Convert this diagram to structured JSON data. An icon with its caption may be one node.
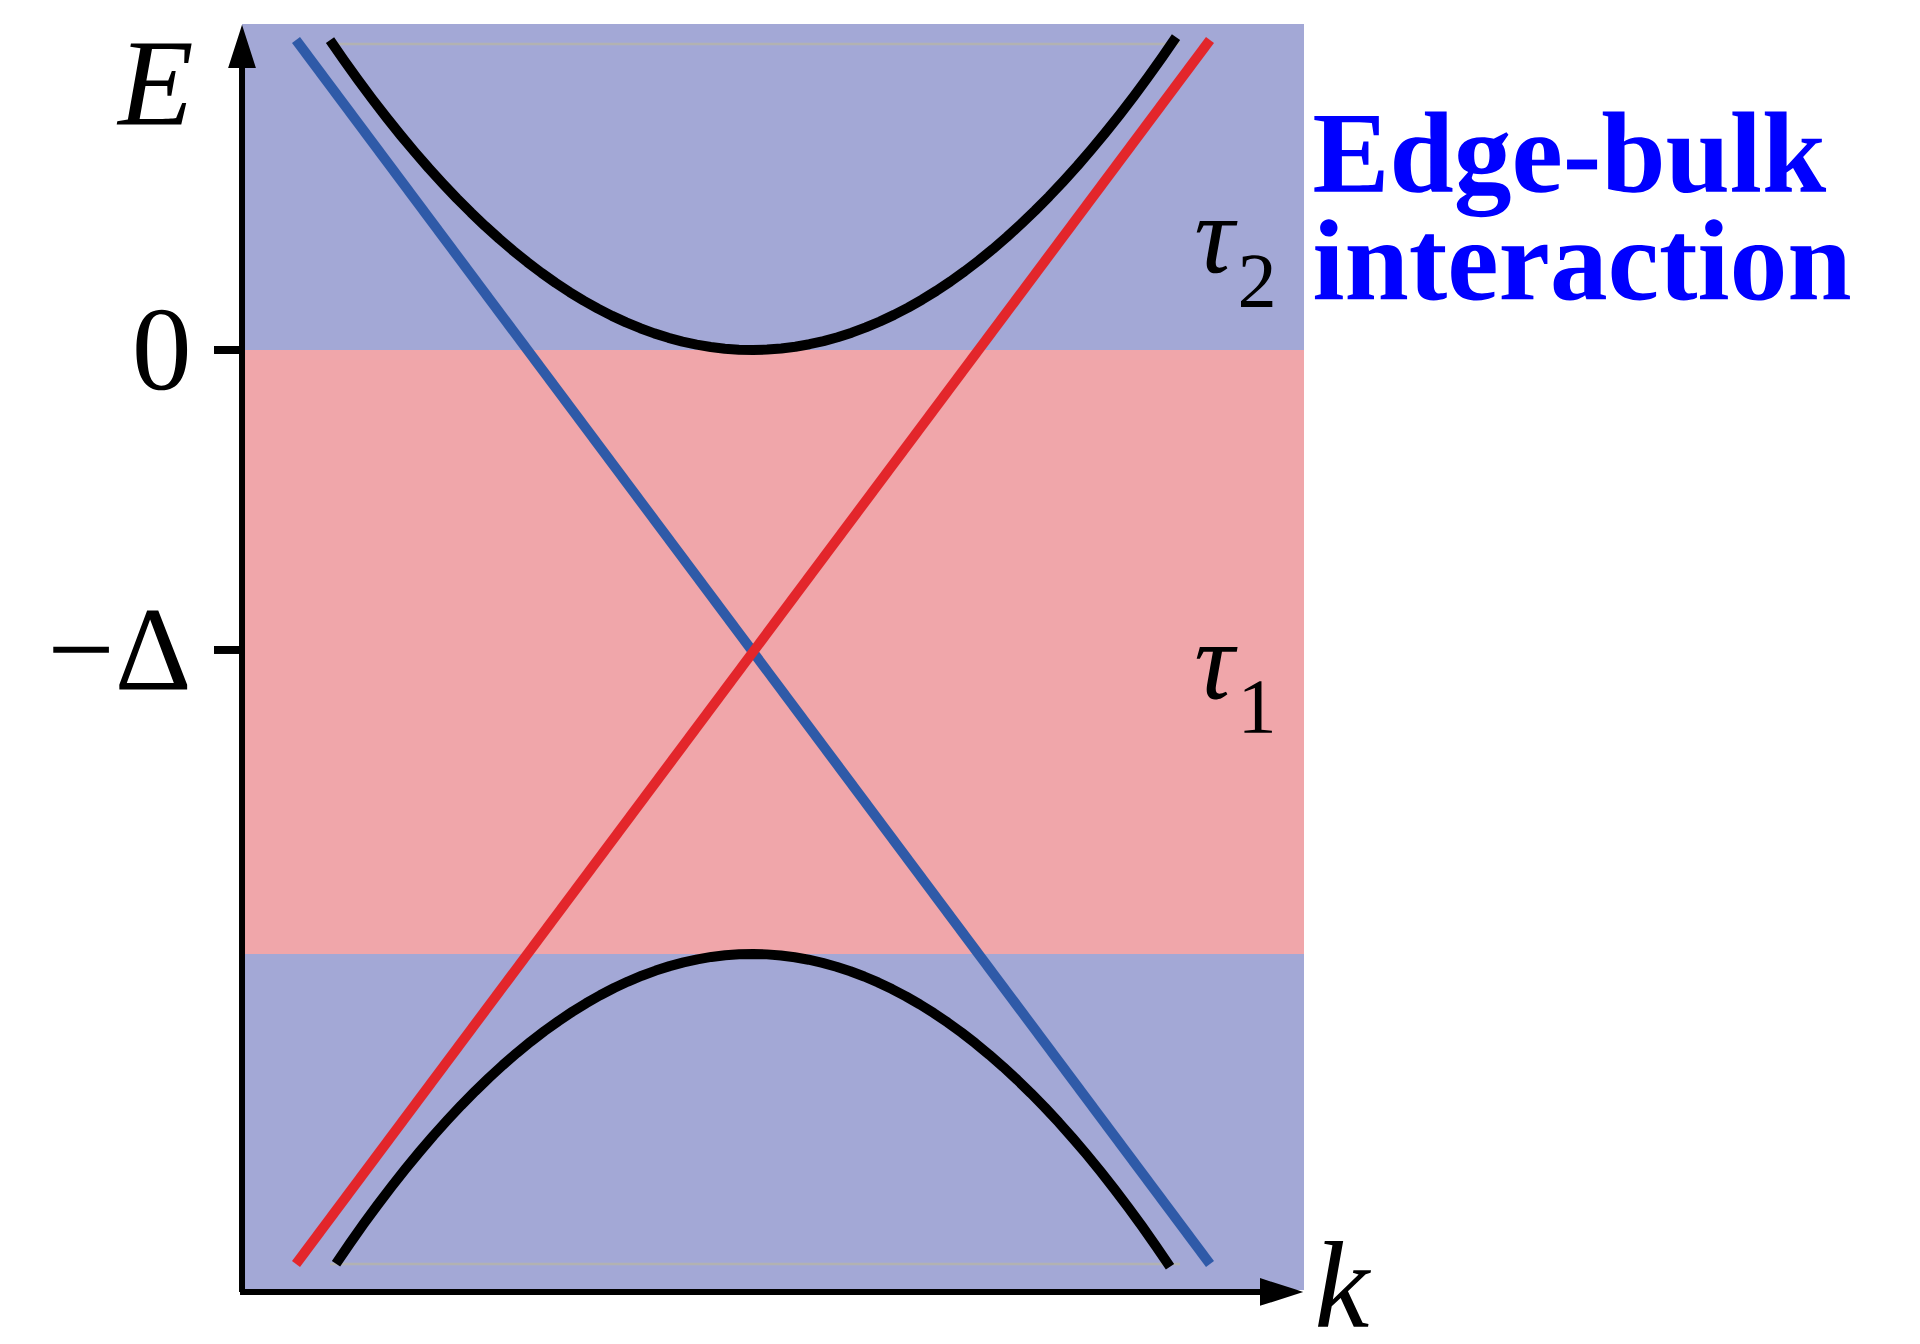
{
  "diagram": {
    "labels": [
      "E",
      "0",
      "−Δ",
      "k",
      "*τ*$_{2}$",
      "*τ*$_{1}$",
      "Edge-bulk interaction"
    ]
  }
}
